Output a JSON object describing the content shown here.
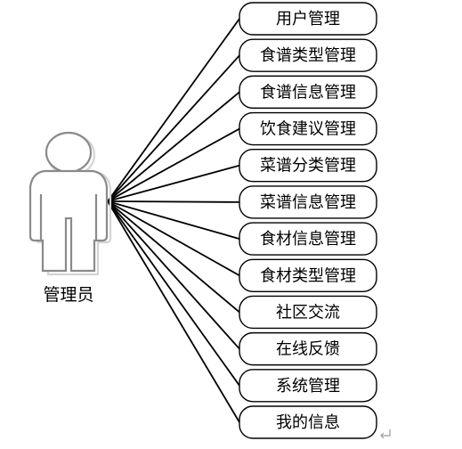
{
  "actor": {
    "label": "管理员"
  },
  "use_cases": [
    {
      "label": "用户管理"
    },
    {
      "label": "食谱类型管理"
    },
    {
      "label": "食谱信息管理"
    },
    {
      "label": "饮食建议管理"
    },
    {
      "label": "菜谱分类管理"
    },
    {
      "label": "菜谱信息管理"
    },
    {
      "label": "食材信息管理"
    },
    {
      "label": "食材类型管理"
    },
    {
      "label": "社区交流"
    },
    {
      "label": "在线反馈"
    },
    {
      "label": "系统管理"
    },
    {
      "label": "我的信息"
    }
  ]
}
